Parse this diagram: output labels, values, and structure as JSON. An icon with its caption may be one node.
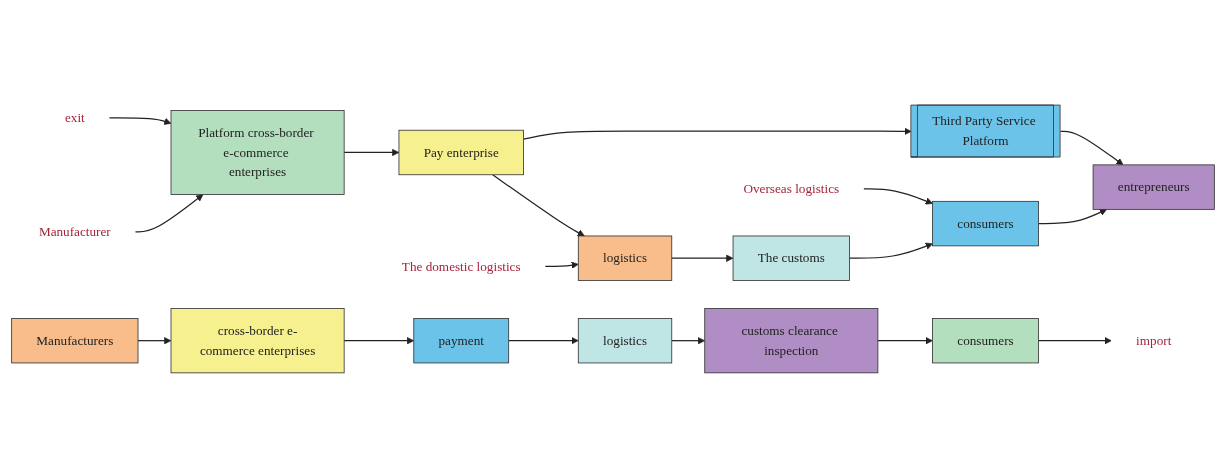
{
  "diagram": {
    "nodes": [
      {
        "text": [
          "Manufacturer"
        ]
      },
      {
        "text": [
          "exit"
        ]
      },
      {
        "text": [
          "Platform cross-border e-commerce enterprises"
        ]
      },
      {
        "text": [
          "Pay enterprise"
        ]
      },
      {
        "text": [
          "The domestic logistics"
        ]
      },
      {
        "text": [
          "logistics"
        ]
      },
      {
        "text": [
          "The customs"
        ]
      },
      {
        "text": [
          "Overseas logistics"
        ]
      },
      {
        "text": [
          "consumers"
        ]
      },
      {
        "text": [
          "Third Party Service Platform"
        ]
      },
      {
        "text": [
          "entrepreneurs"
        ]
      },
      {
        "text": [
          "Manufacturers"
        ]
      },
      {
        "text": [
          "cross-border e-commerce enterprises"
        ]
      },
      {
        "text": [
          "payment"
        ]
      },
      {
        "text": [
          "logistics"
        ]
      },
      {
        "text": [
          "customs clearance inspection"
        ]
      },
      {
        "text": [
          "consumers"
        ]
      },
      {
        "text": [
          "import"
        ]
      }
    ],
    "edges": [
      {
        "from": 0,
        "to": 2,
        "arrow": "to"
      },
      {
        "from": 1,
        "to": 2,
        "arrow": "to"
      },
      {
        "from": 2,
        "to": 3,
        "arrow": "to"
      },
      {
        "from": 3,
        "to": 5,
        "arrow": "to"
      },
      {
        "from": 4,
        "to": 5,
        "arrow": "to"
      },
      {
        "from": 5,
        "to": 6,
        "arrow": "to"
      },
      {
        "from": 6,
        "to": 8,
        "arrow": "to"
      },
      {
        "from": 7,
        "to": 8,
        "arrow": "to"
      },
      {
        "from": 8,
        "to": 10,
        "arrow": "to"
      },
      {
        "from": 3,
        "to": 9,
        "arrow": "to"
      },
      {
        "from": 9,
        "to": 10,
        "arrow": "to"
      },
      {
        "from": 11,
        "to": 12,
        "arrow": "to"
      },
      {
        "from": 12,
        "to": 13,
        "arrow": "to"
      },
      {
        "from": 13,
        "to": 14,
        "arrow": "to"
      },
      {
        "from": 14,
        "to": 15,
        "arrow": "to"
      },
      {
        "from": 15,
        "to": 16,
        "arrow": "to"
      },
      {
        "from": 16,
        "to": 17,
        "arrow": "to"
      }
    ]
  }
}
